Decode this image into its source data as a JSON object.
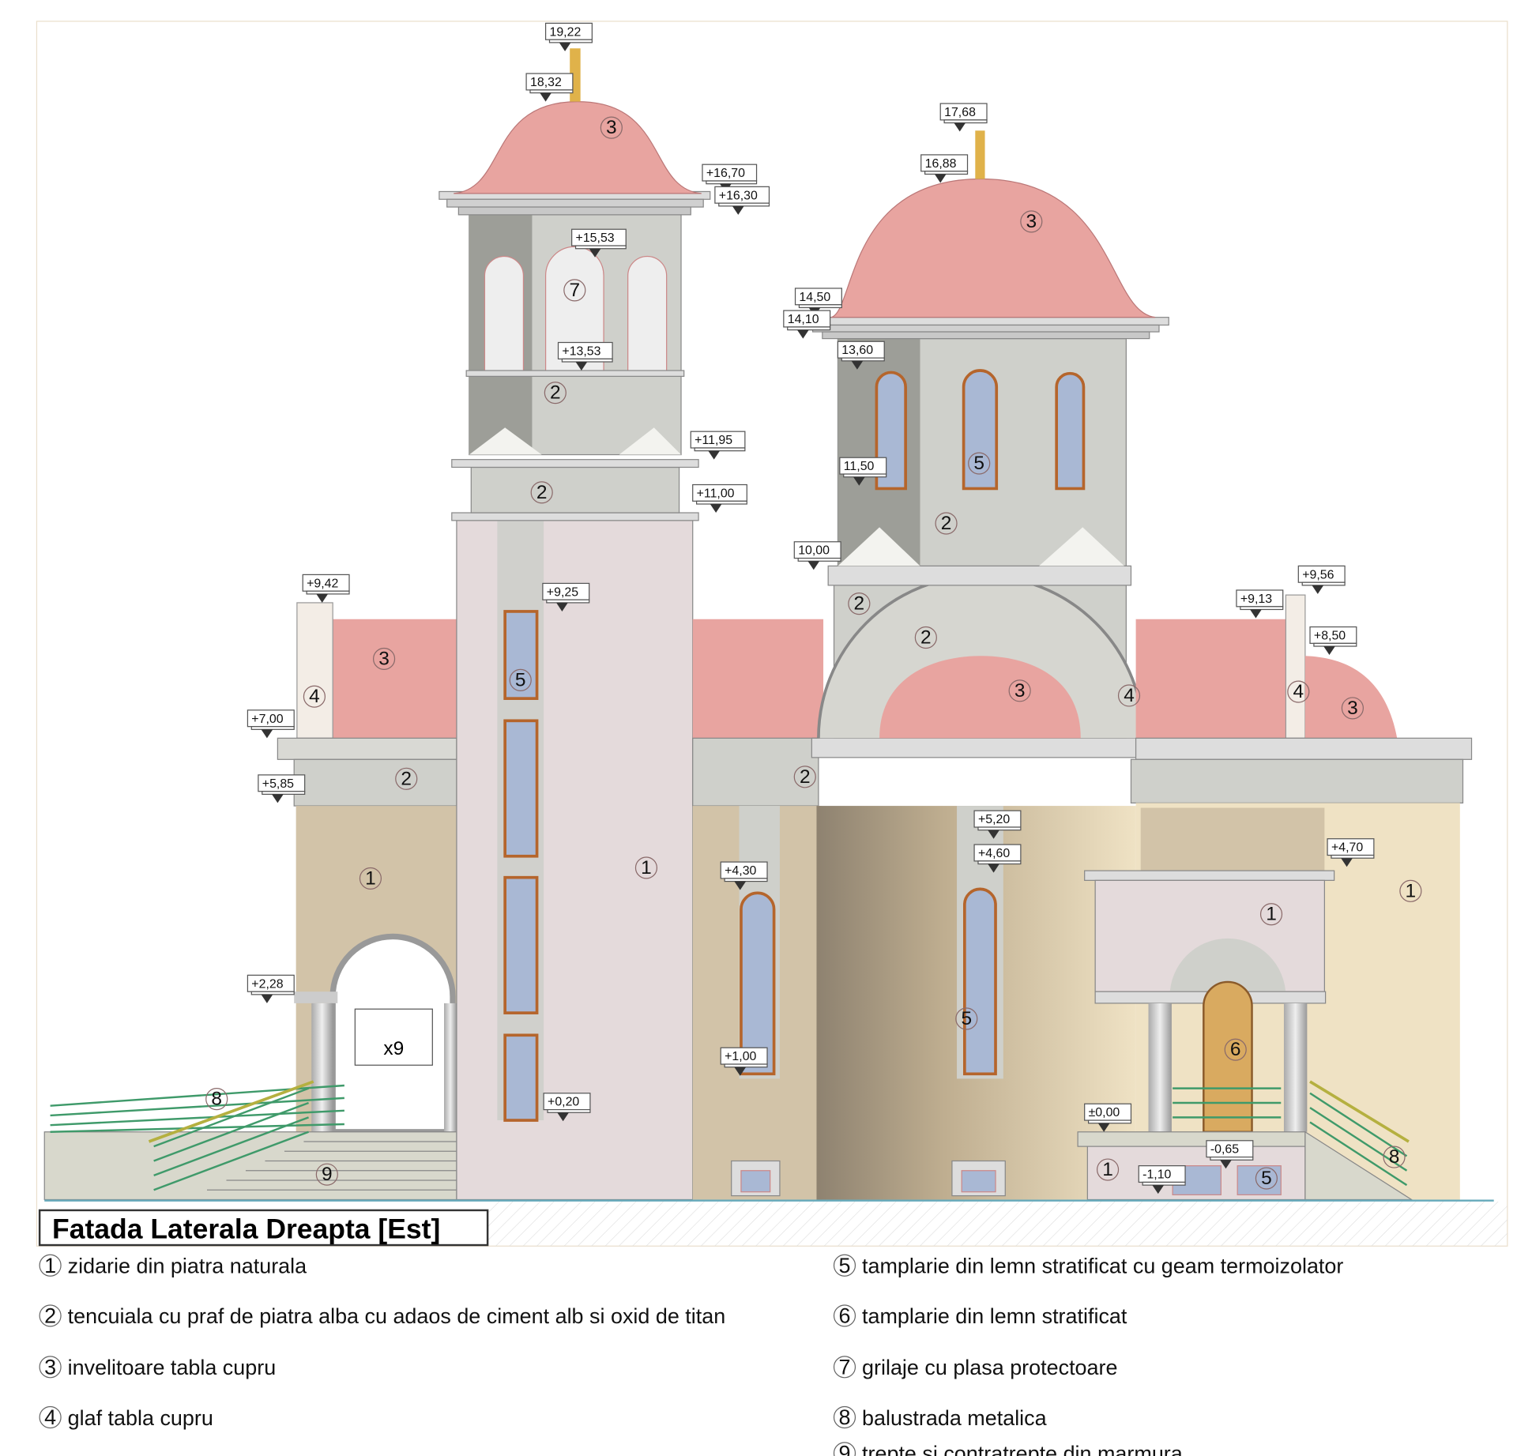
{
  "title": "Fatada Laterala Dreapta [Est]",
  "opening_label": "x9",
  "elevation_tags": [
    "19,22",
    "18,32",
    "+16,70",
    "+16,30",
    "+15,53",
    "+13,53",
    "+11,95",
    "+11,00",
    "+9,42",
    "+9,25",
    "+7,00",
    "+5,85",
    "+4,30",
    "+2,28",
    "+1,00",
    "+0,20",
    "17,68",
    "16,88",
    "14,50",
    "14,10",
    "13,60",
    "11,50",
    "10,00",
    "+5,20",
    "+4,60",
    "+9,13",
    "+9,56",
    "+8,50",
    "+4,70",
    "±0,00",
    "-0,65",
    "-1,10"
  ],
  "material_markers": [
    "3",
    "7",
    "2",
    "2",
    "5",
    "1",
    "3",
    "5",
    "2",
    "2",
    "2",
    "3",
    "4",
    "4",
    "3",
    "3",
    "4",
    "2",
    "2",
    "1",
    "1",
    "1",
    "5",
    "6",
    "8",
    "9",
    "8",
    "1",
    "5"
  ],
  "legend": [
    {
      "num": "1",
      "text": "zidarie din piatra naturala"
    },
    {
      "num": "2",
      "text": "tencuiala cu praf de piatra alba cu adaos de ciment alb si oxid de titan"
    },
    {
      "num": "3",
      "text": "invelitoare tabla cupru"
    },
    {
      "num": "4",
      "text": "glaf tabla cupru"
    },
    {
      "num": "5",
      "text": "tamplarie din lemn stratificat cu geam termoizolator"
    },
    {
      "num": "6",
      "text": "tamplarie din lemn stratificat"
    },
    {
      "num": "7",
      "text": "grilaje cu plasa protectoare"
    },
    {
      "num": "8",
      "text": "balustrada metalica"
    },
    {
      "num": "9",
      "text": "trepte si contratrepte din marmura"
    }
  ],
  "colors": {
    "roof": "#e8a4a0",
    "stone": "#d2c3a8",
    "plaster": "#cfd0cb",
    "tower": "#e4dadb",
    "cream": "#efe2c4",
    "window": "#a9b8d4",
    "frame": "#b5652c",
    "railing": "#3f9a6a"
  }
}
